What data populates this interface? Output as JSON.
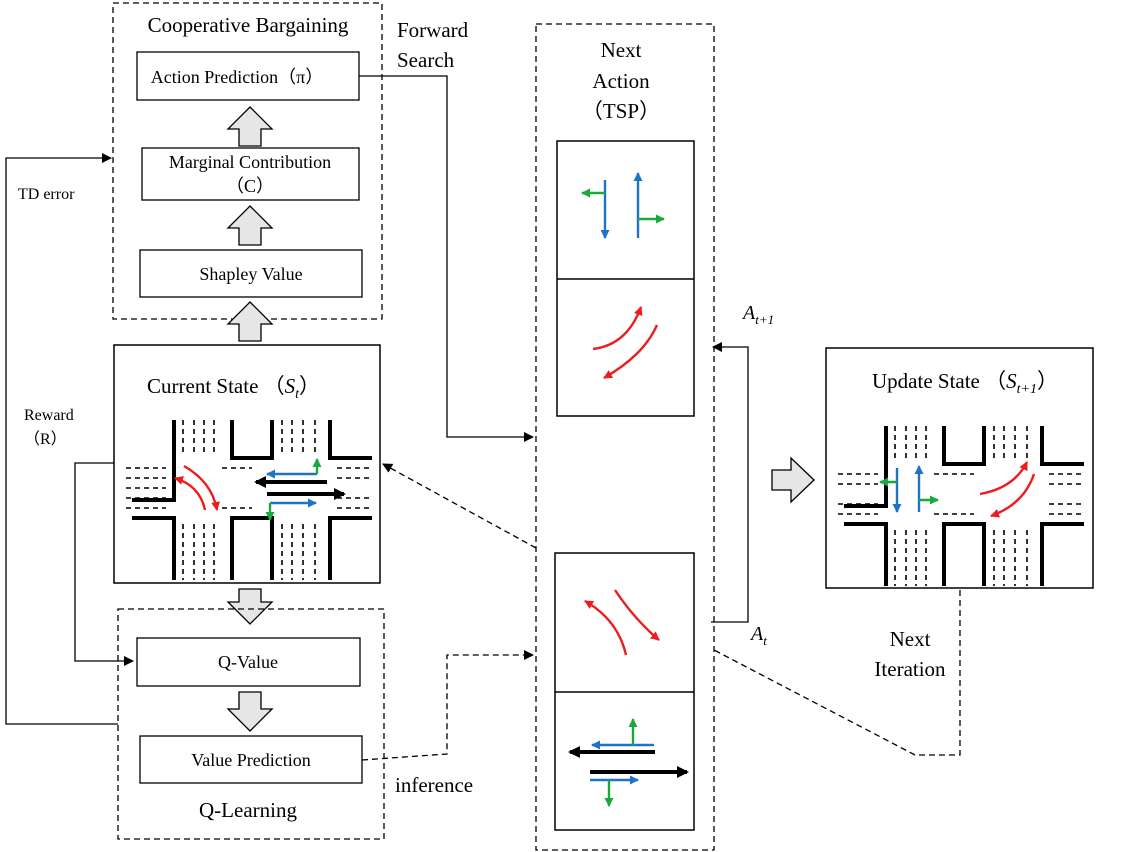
{
  "labels": {
    "coop_title": "Cooperative Bargaining",
    "action_prediction": "Action Prediction（π）",
    "marginal_line1": "Marginal Contribution",
    "marginal_line2": "（C）",
    "shapley": "Shapley Value",
    "forward_line1": "Forward",
    "forward_line2": "Search",
    "td_error": "TD error",
    "current_state": "Current State （",
    "current_state_sym": "S",
    "current_state_sub": "t",
    "current_state_close": "）",
    "reward_line1": "Reward",
    "reward_line2": "（R）",
    "q_value": "Q-Value",
    "value_prediction": "Value Prediction",
    "q_learning": "Q-Learning",
    "inference": "inference",
    "next_action_line1": "Next",
    "next_action_line2": "Action",
    "next_action_line3": "（TSP）",
    "a_next_sym": "A",
    "a_next_sub": "t+1",
    "a_t_sym": "A",
    "a_t_sub": "t",
    "update_state": "Update State （",
    "update_state_sym": "S",
    "update_state_sub": "t+1",
    "update_state_close": "）",
    "next_iter_line1": "Next",
    "next_iter_line2": "Iteration"
  },
  "colors": {
    "stroke": "#000000",
    "red": "#ee1c1c",
    "blue": "#1f73c4",
    "green": "#1aaa3c",
    "hollow_arrow_fill": "#e6e6e6"
  }
}
